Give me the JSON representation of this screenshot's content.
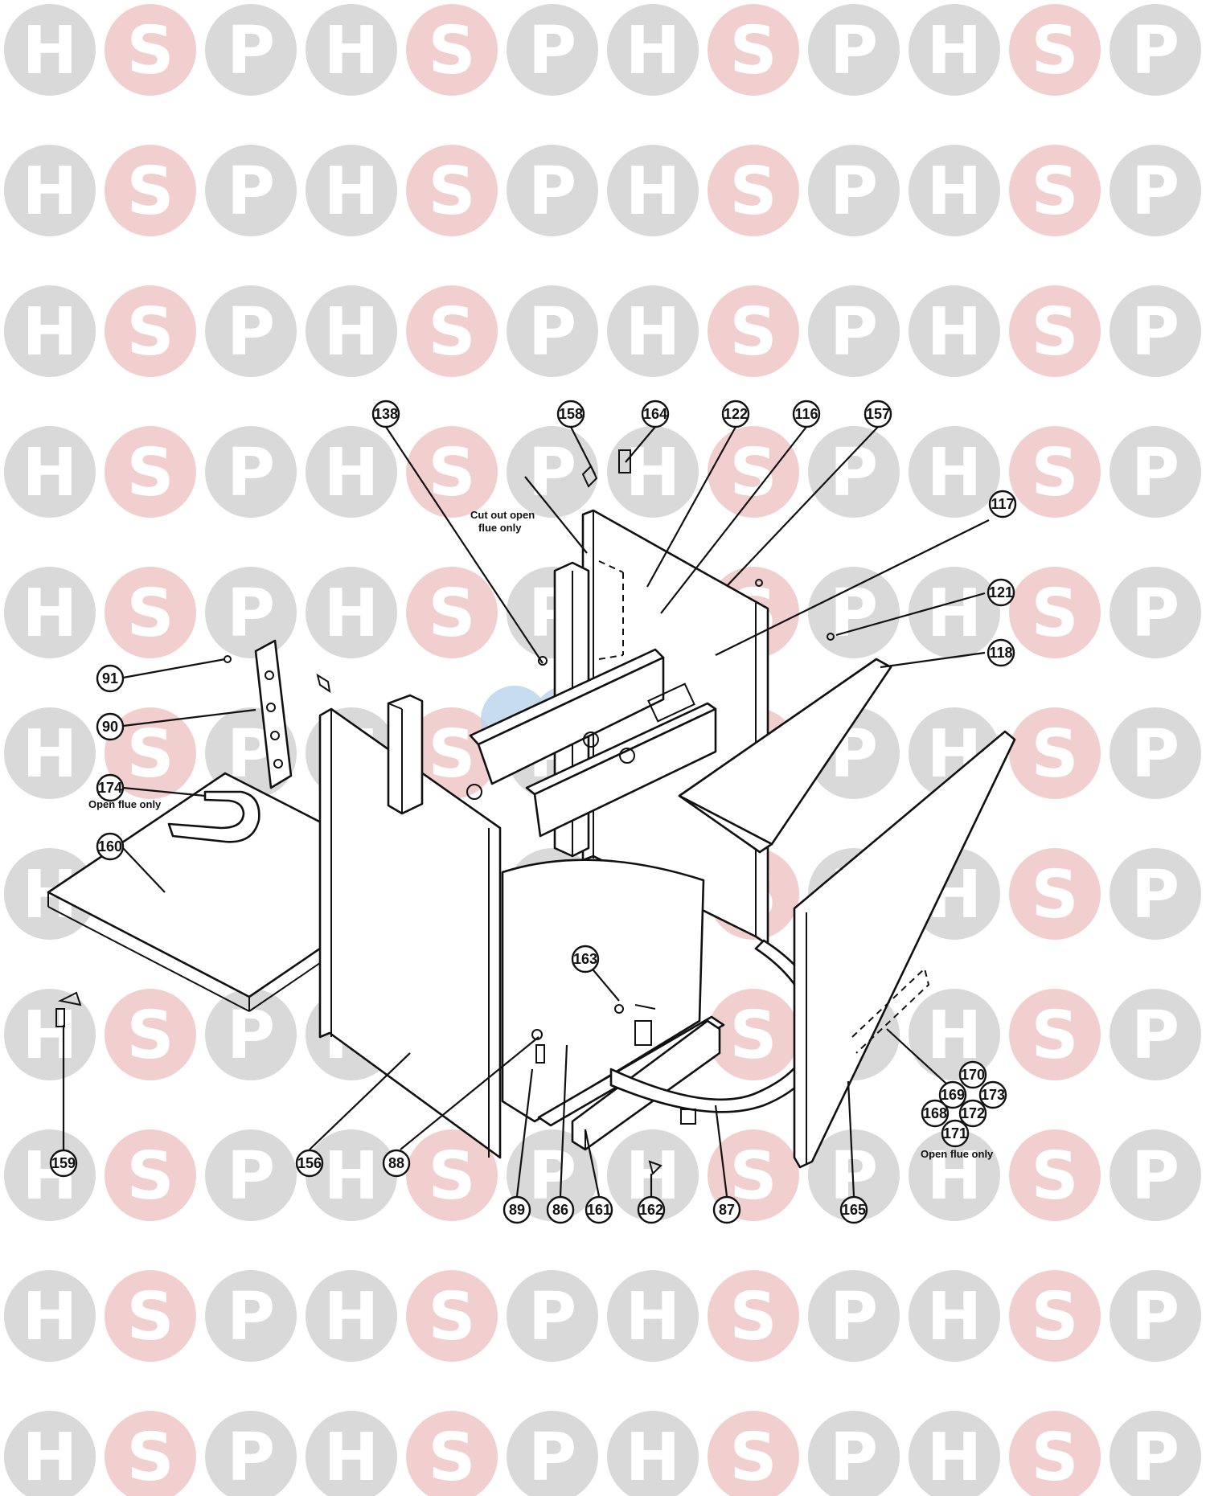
{
  "watermark": {
    "letters": [
      "H",
      "S",
      "P"
    ],
    "grey": "#d9d9d9",
    "pink": "#f2cfcf",
    "blue": "#b9d3ea"
  },
  "callouts": [
    {
      "label": "138",
      "name": "callout-138"
    },
    {
      "label": "158",
      "name": "callout-158"
    },
    {
      "label": "164",
      "name": "callout-164"
    },
    {
      "label": "122",
      "name": "callout-122"
    },
    {
      "label": "116",
      "name": "callout-116"
    },
    {
      "label": "157",
      "name": "callout-157"
    },
    {
      "label": "117",
      "name": "callout-117"
    },
    {
      "label": "121",
      "name": "callout-121"
    },
    {
      "label": "118",
      "name": "callout-118"
    },
    {
      "label": "91",
      "name": "callout-91"
    },
    {
      "label": "90",
      "name": "callout-90"
    },
    {
      "label": "174",
      "name": "callout-174"
    },
    {
      "label": "160",
      "name": "callout-160"
    },
    {
      "label": "163",
      "name": "callout-163"
    },
    {
      "label": "170",
      "name": "callout-170"
    },
    {
      "label": "169",
      "name": "callout-169"
    },
    {
      "label": "173",
      "name": "callout-173"
    },
    {
      "label": "168",
      "name": "callout-168"
    },
    {
      "label": "172",
      "name": "callout-172"
    },
    {
      "label": "171",
      "name": "callout-171"
    },
    {
      "label": "159",
      "name": "callout-159"
    },
    {
      "label": "156",
      "name": "callout-156"
    },
    {
      "label": "88",
      "name": "callout-88"
    },
    {
      "label": "89",
      "name": "callout-89"
    },
    {
      "label": "86",
      "name": "callout-86"
    },
    {
      "label": "161",
      "name": "callout-161"
    },
    {
      "label": "162",
      "name": "callout-162"
    },
    {
      "label": "87",
      "name": "callout-87"
    },
    {
      "label": "165",
      "name": "callout-165"
    }
  ],
  "notes": {
    "cut_out_line1": "Cut out open",
    "cut_out_line2": "flue only",
    "open_flue_174": "Open flue only",
    "open_flue_171": "Open flue only"
  }
}
